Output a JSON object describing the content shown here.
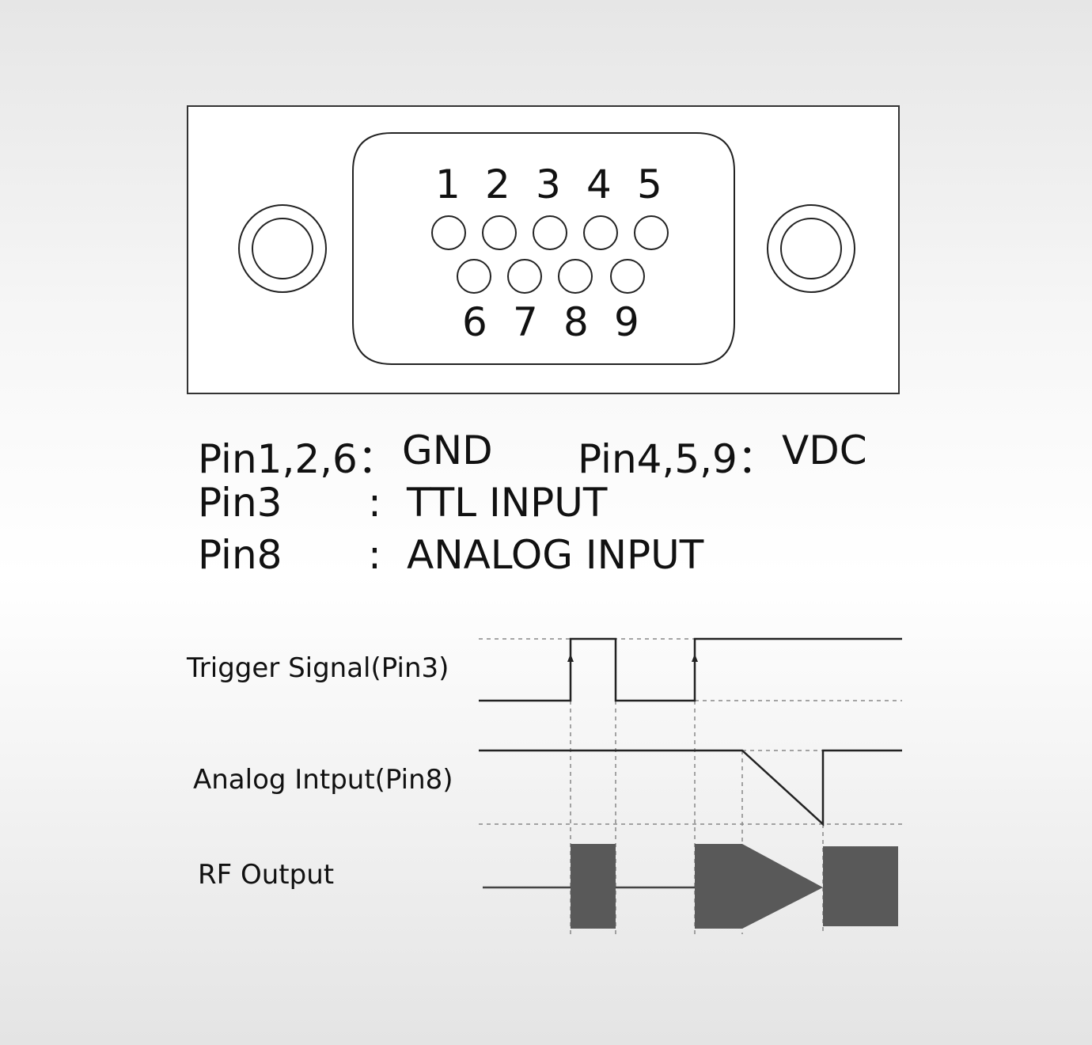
{
  "connector": {
    "top_pins": [
      "1",
      "2",
      "3",
      "4",
      "5"
    ],
    "bottom_pins": [
      "6",
      "7",
      "8",
      "9"
    ]
  },
  "legend": {
    "row1": {
      "pins_a": "Pin1,2,6：",
      "func_a": "GND",
      "pins_b": "Pin4,5,9：",
      "func_b": "VDC"
    },
    "row2": {
      "pins": "Pin3",
      "sep": ":",
      "func": "TTL INPUT"
    },
    "row3": {
      "pins": "Pin8",
      "sep": ":",
      "func": "ANALOG INPUT"
    }
  },
  "timing": {
    "trigger_label": "Trigger Signal(Pin3)",
    "analog_label": "Analog Intput(Pin8)",
    "rf_label": "RF Output"
  },
  "colors": {
    "line": "#222222",
    "fill": "#595959",
    "dash": "#888888"
  }
}
